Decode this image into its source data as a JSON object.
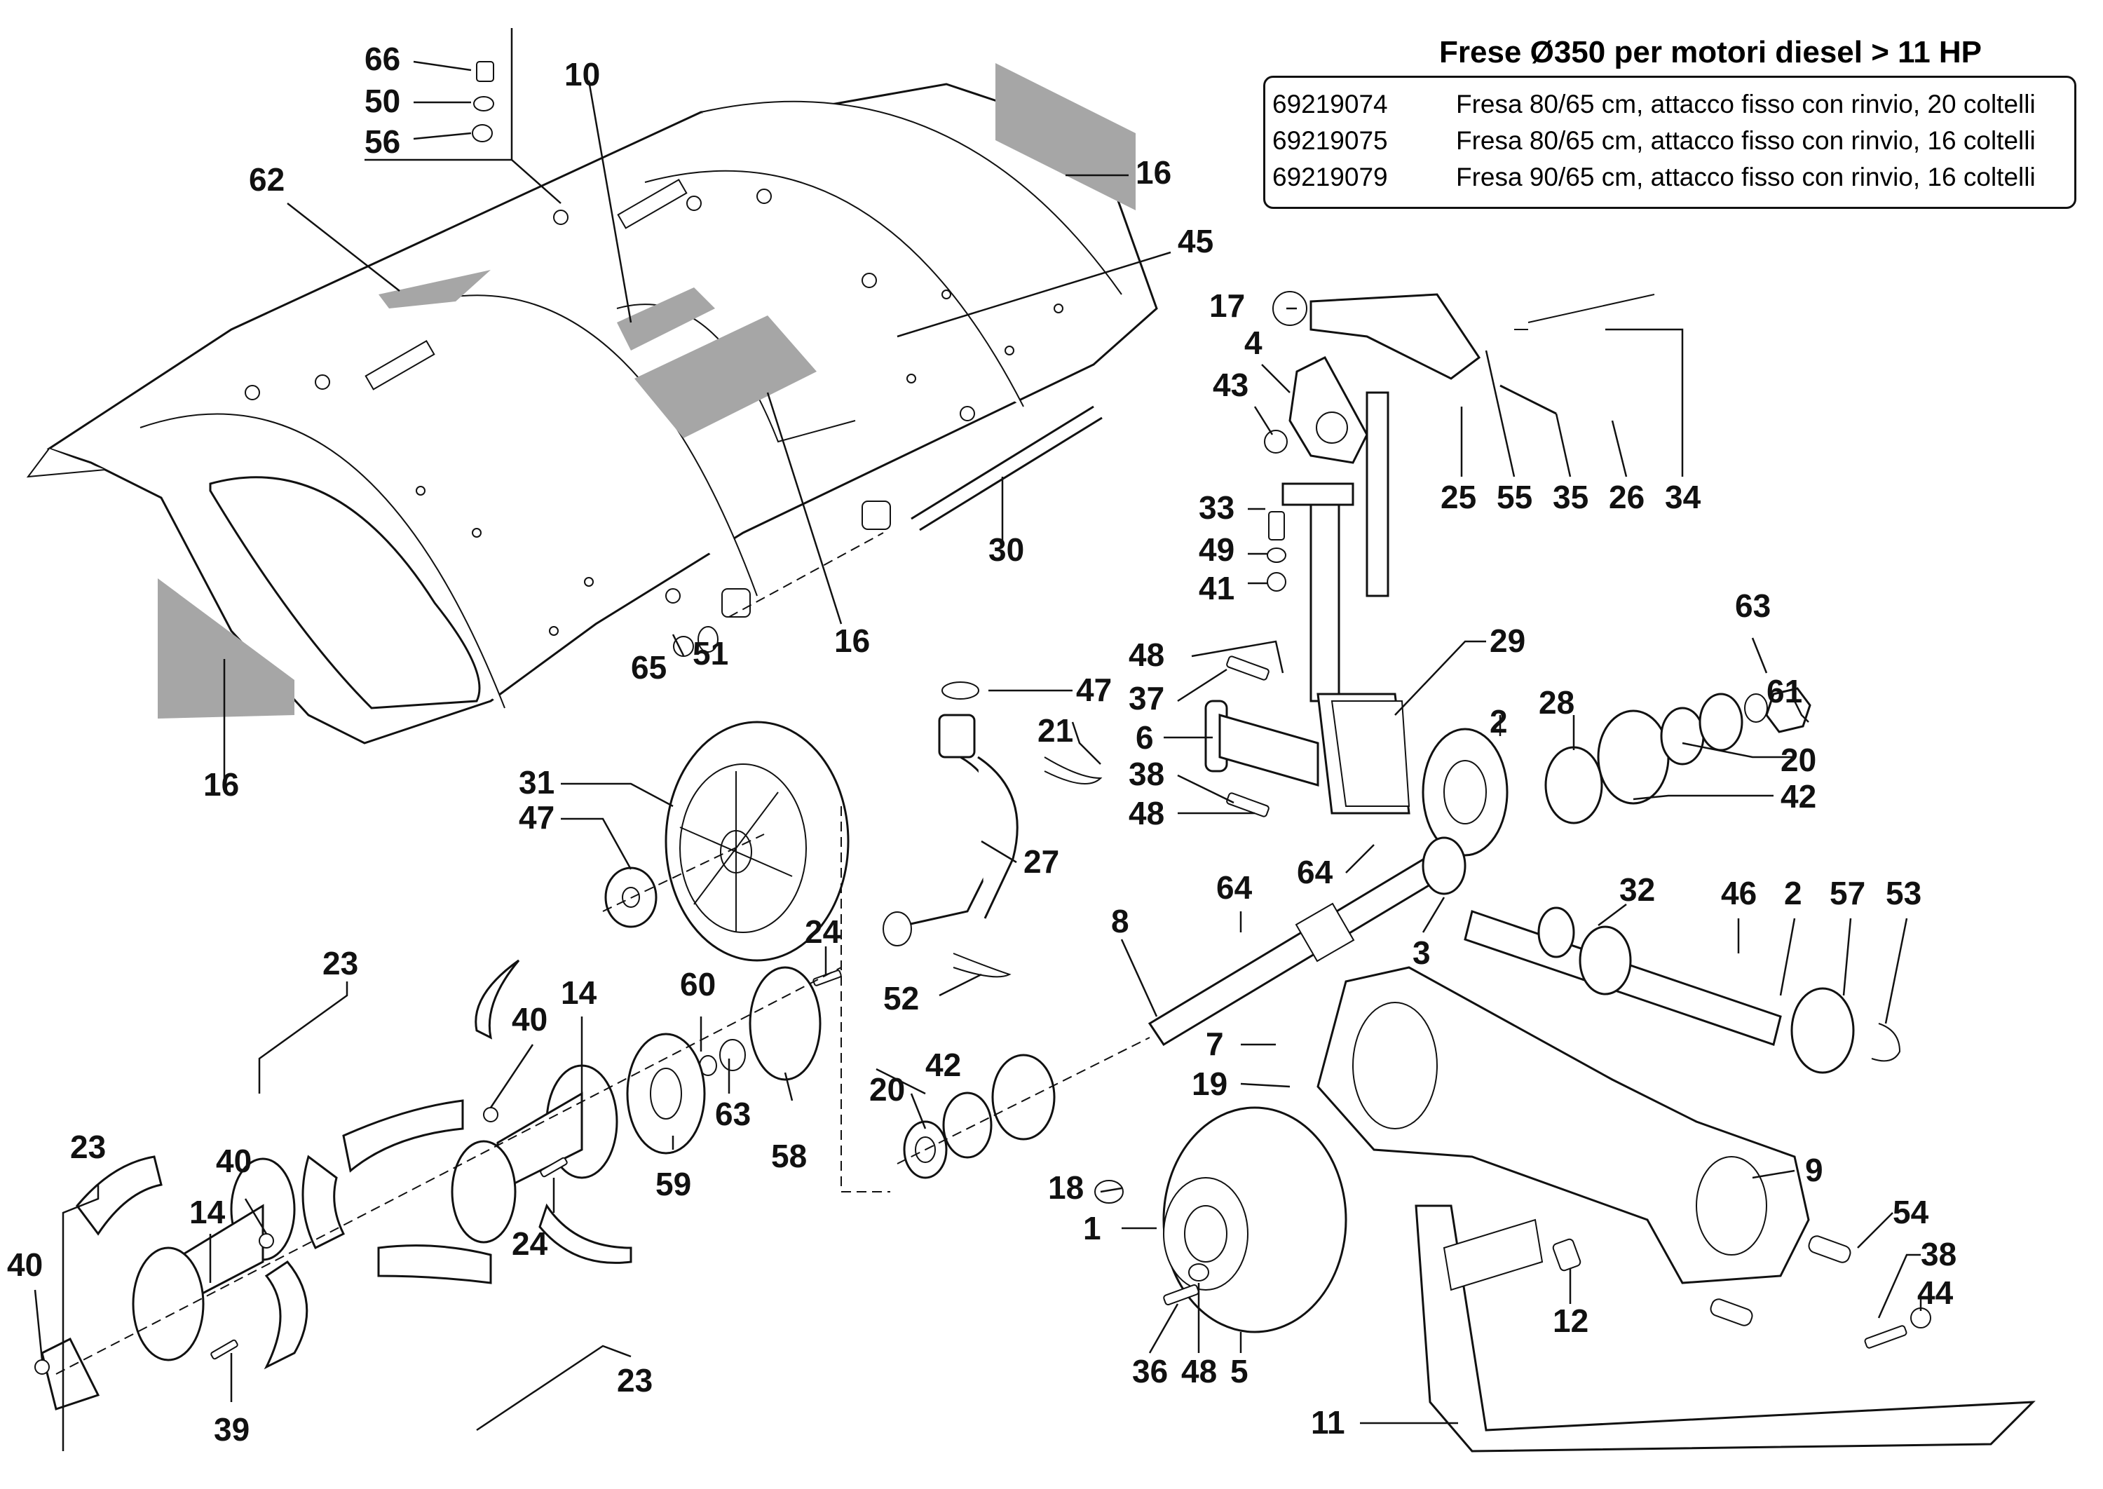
{
  "header": {
    "title": "Frese Ø350 per motori diesel > 11 HP"
  },
  "models": [
    {
      "code": "69219074",
      "description": "Fresa 80/65 cm, attacco fisso con rinvio, 20 coltelli"
    },
    {
      "code": "69219075",
      "description": "Fresa 80/65 cm, attacco fisso con rinvio, 16 coltelli"
    },
    {
      "code": "69219079",
      "description": "Fresa 90/65 cm, attacco fisso con rinvio, 16 coltelli"
    }
  ],
  "callouts": {
    "c66": "66",
    "c50": "50",
    "c56": "56",
    "c10": "10",
    "c62": "62",
    "c16a": "16",
    "c45": "45",
    "c16b": "16",
    "c16c": "16",
    "c30": "30",
    "c65": "65",
    "c51": "51",
    "c17": "17",
    "c4": "4",
    "c43": "43",
    "c33": "33",
    "c49": "49",
    "c41": "41",
    "c25": "25",
    "c55": "55",
    "c35": "35",
    "c26": "26",
    "c34": "34",
    "c48a": "48",
    "c37": "37",
    "c6": "6",
    "c38a": "38",
    "c48b": "48",
    "c29": "29",
    "c63a": "63",
    "c61": "61",
    "c28": "28",
    "c2a": "2",
    "c20a": "20",
    "c42a": "42",
    "c64a": "64",
    "c64b": "64",
    "c32": "32",
    "c46": "46",
    "c2b": "2",
    "c57": "57",
    "c53": "53",
    "c3": "3",
    "c8": "8",
    "c7": "7",
    "c19": "19",
    "c9": "9",
    "c47a": "47",
    "c21": "21",
    "c27": "27",
    "c52": "52",
    "c31": "31",
    "c47b": "47",
    "c23a": "23",
    "c40a": "40",
    "c14a": "14",
    "c60": "60",
    "c24a": "24",
    "c63b": "63",
    "c58": "58",
    "c59": "59",
    "c24b": "24",
    "c23b": "23",
    "c40b": "40",
    "c14b": "14",
    "c40c": "40",
    "c39": "39",
    "c23c": "23",
    "c42b": "42",
    "c20b": "20",
    "c18": "18",
    "c1": "1",
    "c36": "36",
    "c48c": "48",
    "c5": "5",
    "c12": "12",
    "c54": "54",
    "c38b": "38",
    "c44": "44",
    "c11": "11"
  }
}
